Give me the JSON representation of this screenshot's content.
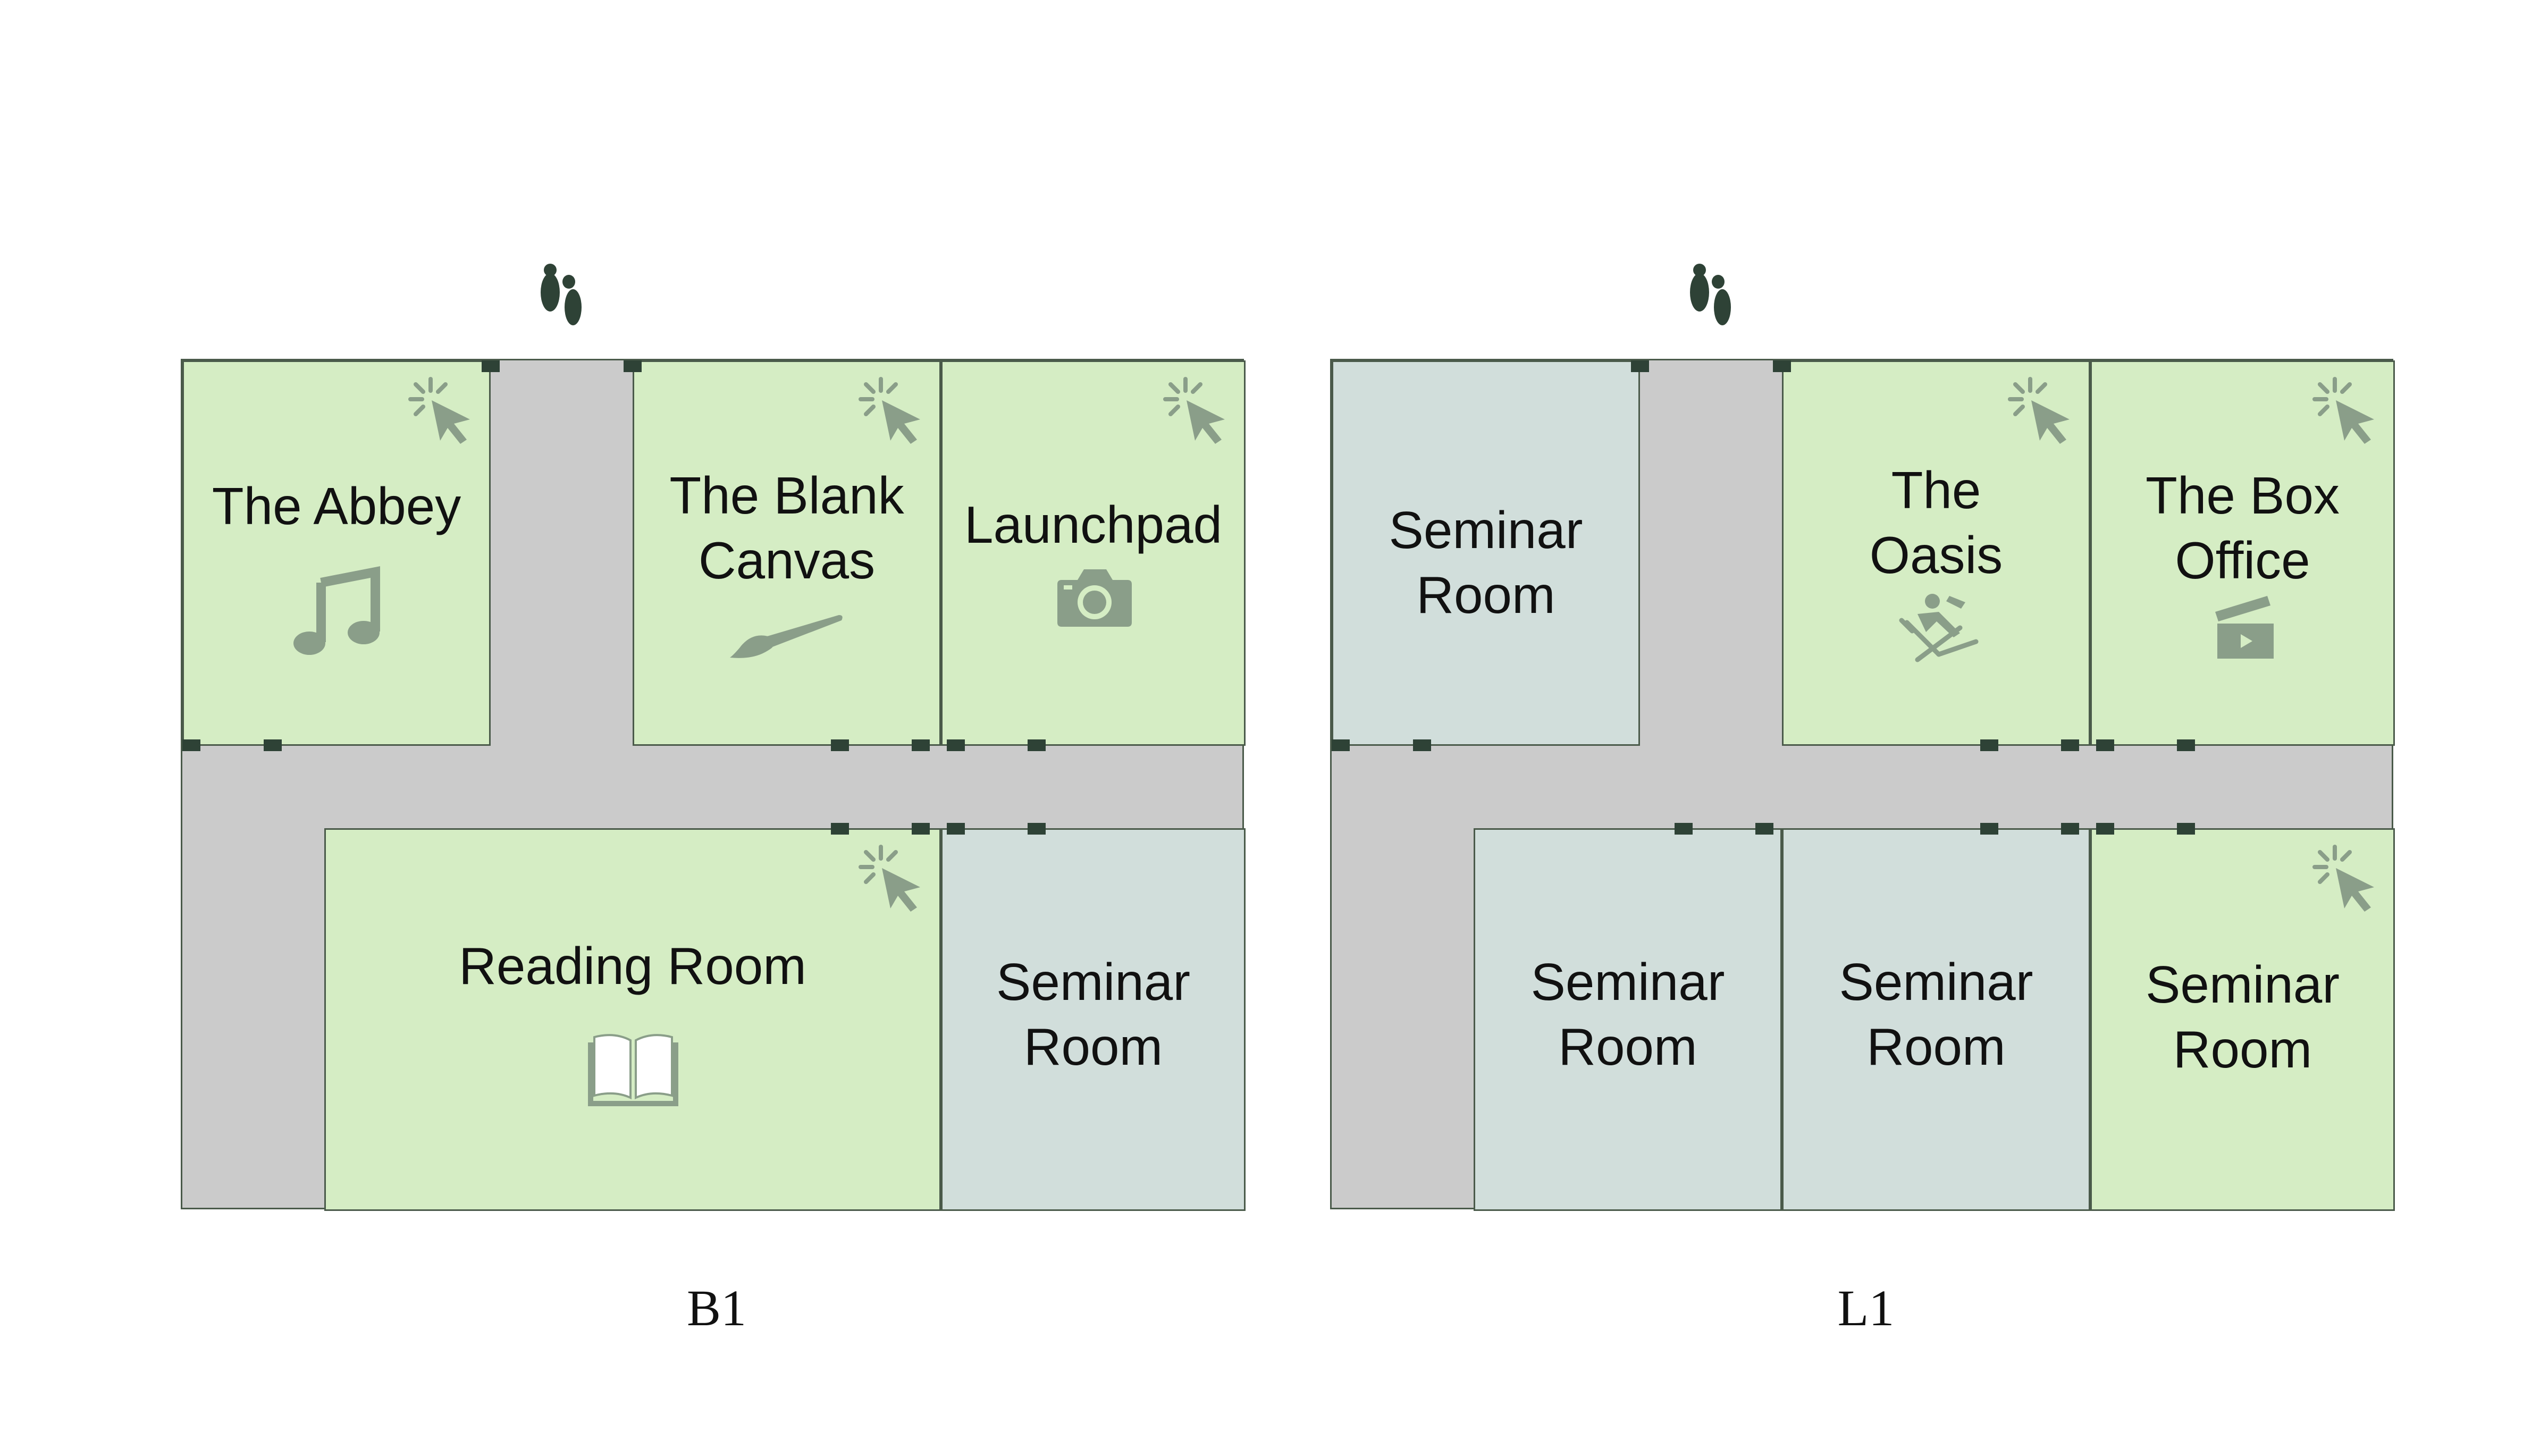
{
  "colors": {
    "bookable_room": "#d5edc4",
    "plain_room": "#d1dedb",
    "corridor": "#cbcbcb",
    "door": "#2e4236",
    "icon": "#8a9e89",
    "text": "#111111"
  },
  "floors": [
    {
      "label": "B1",
      "entrance_icon": "footprints-icon",
      "rooms": [
        {
          "name": "The Abbey",
          "bookable": true,
          "icon": "music-note-icon"
        },
        {
          "name": "The Blank Canvas",
          "bookable": true,
          "icon": "paintbrush-icon"
        },
        {
          "name": "Launchpad",
          "bookable": true,
          "icon": "camera-icon"
        },
        {
          "name": "Reading Room",
          "bookable": true,
          "icon": "open-book-icon"
        },
        {
          "name": "Seminar Room",
          "bookable": false,
          "icon": ""
        }
      ]
    },
    {
      "label": "L1",
      "entrance_icon": "footprints-icon",
      "rooms": [
        {
          "name": "Seminar Room",
          "bookable": false,
          "icon": ""
        },
        {
          "name": "The Oasis",
          "bookable": true,
          "icon": "lounge-chair-icon"
        },
        {
          "name": "The Box Office",
          "bookable": true,
          "icon": "clapperboard-icon"
        },
        {
          "name": "Seminar Room",
          "bookable": false,
          "icon": ""
        },
        {
          "name": "Seminar Room",
          "bookable": false,
          "icon": ""
        },
        {
          "name": "Seminar Room",
          "bookable": true,
          "icon": ""
        }
      ]
    }
  ],
  "bookable_marker_icon": "click-cursor-icon"
}
